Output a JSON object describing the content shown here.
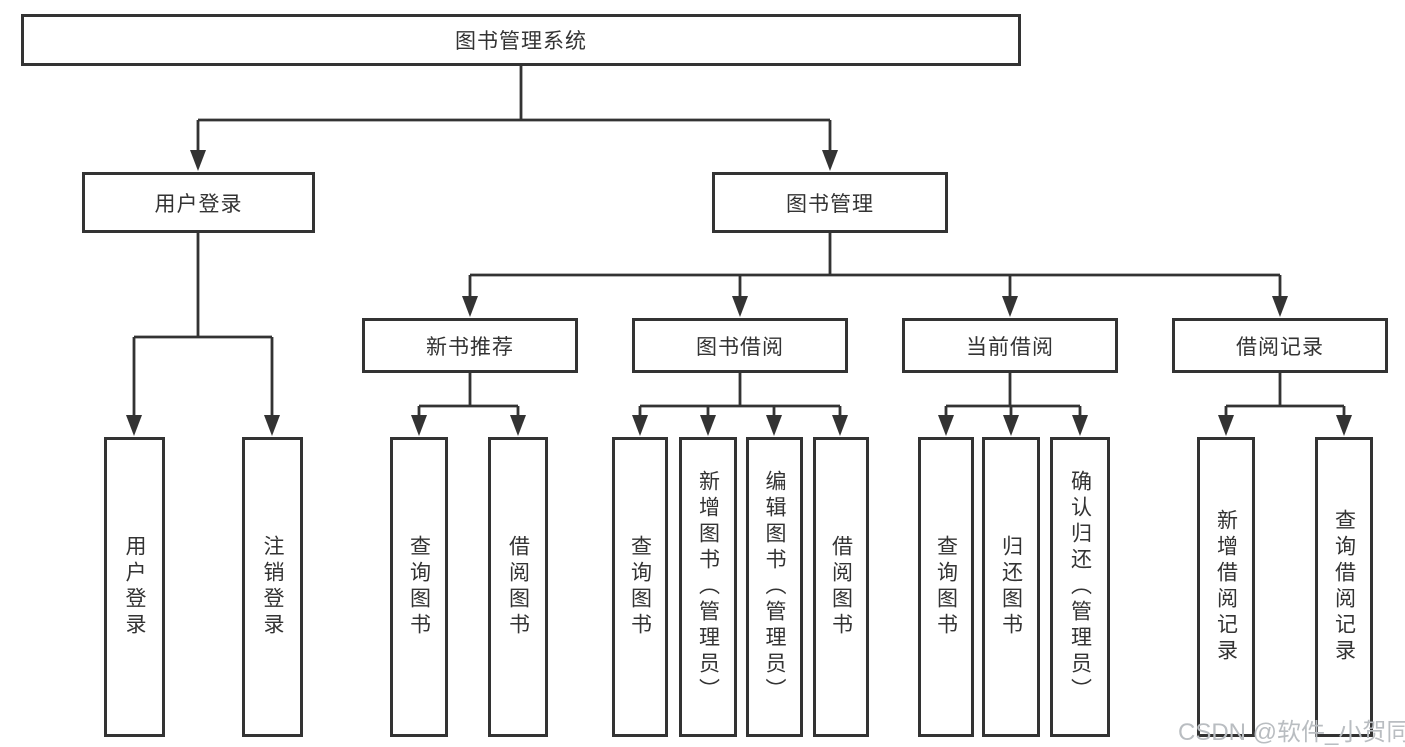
{
  "tree": {
    "root": {
      "label": "图书管理系统",
      "children": [
        {
          "label": "用户登录",
          "children": [
            {
              "label": "用户登录"
            },
            {
              "label": "注销登录"
            }
          ]
        },
        {
          "label": "图书管理",
          "children": [
            {
              "label": "新书推荐",
              "children": [
                {
                  "label": "查询图书"
                },
                {
                  "label": "借阅图书"
                }
              ]
            },
            {
              "label": "图书借阅",
              "children": [
                {
                  "label": "查询图书"
                },
                {
                  "label": "新增图书（管理员）"
                },
                {
                  "label": "编辑图书（管理员）"
                },
                {
                  "label": "借阅图书"
                }
              ]
            },
            {
              "label": "当前借阅",
              "children": [
                {
                  "label": "查询图书"
                },
                {
                  "label": "归还图书"
                },
                {
                  "label": "确认归还（管理员）"
                }
              ]
            },
            {
              "label": "借阅记录",
              "children": [
                {
                  "label": "新增借阅记录"
                },
                {
                  "label": "查询借阅记录"
                }
              ]
            }
          ]
        }
      ]
    }
  },
  "watermark": {
    "text": "CSDN @软件_小贺同学"
  },
  "colors": {
    "line": "#333333",
    "text": "#333333",
    "watermark": "#b9bdc1",
    "background": "#ffffff"
  }
}
